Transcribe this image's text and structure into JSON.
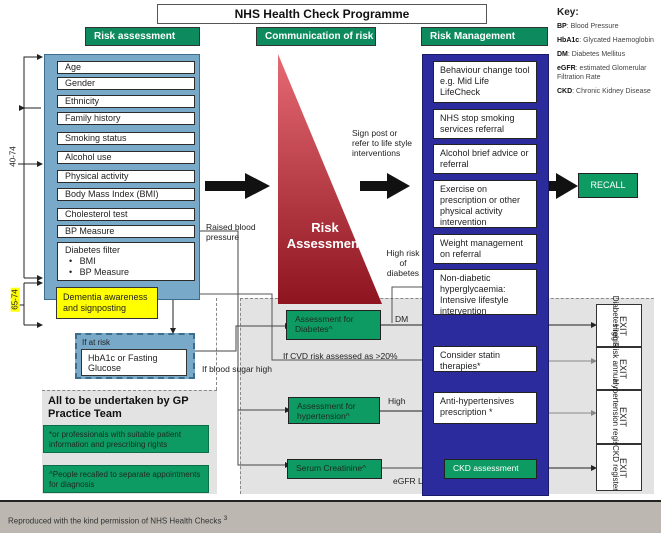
{
  "title": "NHS Health Check Programme",
  "headers": {
    "risk_assessment": "Risk assessment",
    "communication": "Communication of risk",
    "risk_management": "Risk Management"
  },
  "key": {
    "heading": "Key:",
    "items": [
      {
        "abbr": "BP",
        "text": ": Blood Pressure"
      },
      {
        "abbr": "HbA1c",
        "text": ": Glycated Haemoglobin"
      },
      {
        "abbr": "DM",
        "text": ": Diabetes Mellitus"
      },
      {
        "abbr": "eGFR",
        "text": ": estimated Glomerular Filtration Rate"
      },
      {
        "abbr": "CKD",
        "text": ": Chronic Kidney Disease"
      }
    ]
  },
  "age_ranges": {
    "main": "40-74",
    "older": "65-74"
  },
  "risk_assessment_items": [
    "Age",
    "Gender",
    "Ethnicity",
    "Family history",
    "Smoking status",
    "Alcohol use",
    "Physical activity",
    "Body Mass Index (BMI)",
    "Cholesterol test",
    "BP Measure"
  ],
  "diabetes_filter": {
    "title": "Diabetes filter",
    "bullets": [
      "BMI",
      "BP Measure"
    ]
  },
  "dementia": "Dementia awareness and signposting",
  "at_risk": {
    "label": "If at risk",
    "test": "HbA1c or Fasting Glucose"
  },
  "triangle_label": [
    "Risk",
    "Assessment"
  ],
  "labels": {
    "sign_post": "Sign post or refer to life style interventions",
    "raised_bp": "Raised blood pressure",
    "high_risk_diabetes": "High risk of diabetes",
    "blood_sugar_high": "If blood sugar high",
    "cvd_risk": "If CVD risk assessed as >20%",
    "dm": "DM",
    "high": "High",
    "egfr_low": "eGFR Low"
  },
  "risk_management_items": [
    "Behaviour change tool e.g. Mid Life LifeCheck",
    "NHS stop smoking services referral",
    "Alcohol brief advice or referral",
    "Exercise on prescription or other physical activity intervention",
    "Weight management on referral",
    "Non-diabetic hyperglycaemia: Intensive lifestyle intervention",
    "Consider statin therapies*",
    "Anti-hypertensives prescription *"
  ],
  "recall": "RECALL",
  "assessments": {
    "diabetes": "Assessment for Diabetes^",
    "hypertension": "Assessment for hypertension^",
    "creatinine": "Serum Creatinine^",
    "ckd": "CKD assessment"
  },
  "exits": [
    {
      "exit": "EXIT",
      "text": "Diabetes register"
    },
    {
      "exit": "EXIT",
      "text": "High Risk annual reviews"
    },
    {
      "exit": "EXIT",
      "text": "Hypertension register"
    },
    {
      "exit": "EXIT",
      "text": "CKD register"
    }
  ],
  "gp_team": {
    "title": "All to be undertaken by GP Practice Team",
    "note1": "*or professionals with suitable patient information and prescribing rights",
    "note2": "^People recalled to separate appointments for diagnosis"
  },
  "footer": {
    "text": "Reproduced with the kind permission of NHS Health Checks",
    "ref": "3"
  },
  "colors": {
    "green": "#0e9a63",
    "blue_panel": "#79a9c8",
    "navy_panel": "#2b2b9e",
    "red": "#a8202f",
    "yellow": "#ffff00"
  }
}
